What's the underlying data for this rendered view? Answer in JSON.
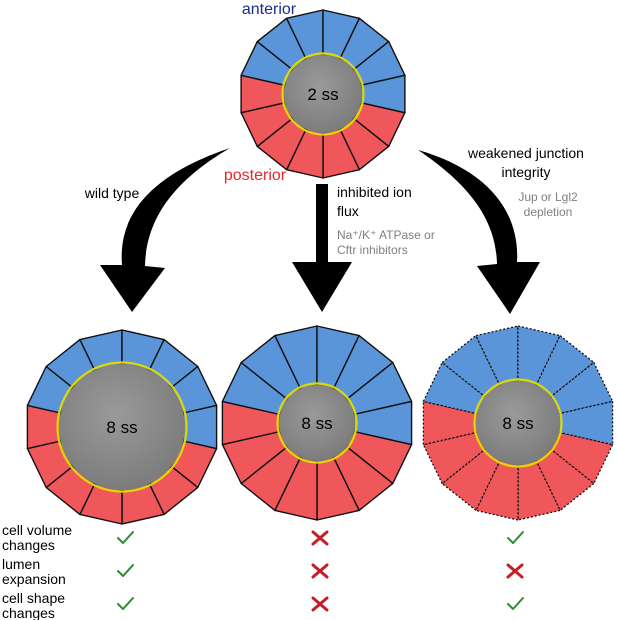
{
  "labels": {
    "anterior": "anterior",
    "posterior": "posterior",
    "stage_top": "2 ss",
    "stage_bottom": "8 ss"
  },
  "conditions": [
    {
      "title_lines": [
        "wild type"
      ],
      "note_lines": []
    },
    {
      "title_lines": [
        "inhibited ion",
        "flux"
      ],
      "note_lines": [
        "Na⁺/K⁺ ATPase or",
        "Cftr inhibitors"
      ]
    },
    {
      "title_lines": [
        "weakened junction",
        "integrity"
      ],
      "note_lines": [
        "Jup or Lgl2",
        "depletion"
      ]
    }
  ],
  "rows": [
    {
      "label_lines": [
        "cell volume",
        "changes"
      ],
      "results": [
        "check",
        "cross",
        "check"
      ]
    },
    {
      "label_lines": [
        "lumen",
        "expansion"
      ],
      "results": [
        "check",
        "cross",
        "cross"
      ]
    },
    {
      "label_lines": [
        "cell shape",
        "changes"
      ],
      "results": [
        "check",
        "cross",
        "check"
      ]
    }
  ],
  "colors": {
    "anterior_cells": "#5b95d9",
    "posterior_cells": "#f0575b",
    "lumen": "#8a8a8a",
    "lumen_ring": "#e0d800",
    "anterior_text": "#1c2a8c",
    "posterior_text": "#e8262f",
    "check": "#2e8b2e",
    "cross": "#c41e28",
    "arrow": "#000000",
    "note_text": "#7f7f7f"
  }
}
